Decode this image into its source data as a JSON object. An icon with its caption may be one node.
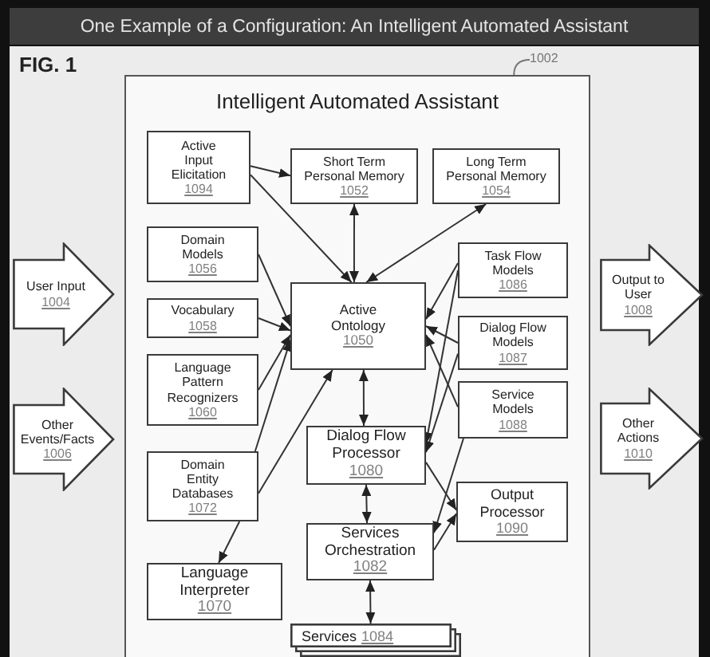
{
  "diagram": {
    "title": "One Example of a Configuration: An Intelligent Automated Assistant",
    "nodes": [
      {
        "text": [
          "Intelligent Automated Assistant"
        ]
      },
      {
        "text": [
          "Active Input Elicitation",
          "1094"
        ],
        "in": 0
      },
      {
        "text": [
          "Short Term Personal Memory",
          "1052"
        ],
        "in": 0
      },
      {
        "text": [
          "Long Term Personal Memory",
          "1054"
        ],
        "in": 0
      },
      {
        "text": [
          "Domain Models",
          "1056"
        ],
        "in": 0
      },
      {
        "text": [
          "Vocabulary",
          "1058"
        ],
        "in": 0
      },
      {
        "text": [
          "Language Pattern Recognizers",
          "1060"
        ],
        "in": 0
      },
      {
        "text": [
          "Active Ontology",
          "1050"
        ],
        "in": 0
      },
      {
        "text": [
          "Task Flow Models",
          "1086"
        ],
        "in": 0
      },
      {
        "text": [
          "Dialog Flow Models",
          "1087"
        ],
        "in": 0
      },
      {
        "text": [
          "Service Models",
          "1088"
        ],
        "in": 0
      },
      {
        "text": [
          "Dialog Flow Processor",
          "1080"
        ],
        "in": 0
      },
      {
        "text": [
          "Domain Entity Databases",
          "1072"
        ],
        "in": 0
      },
      {
        "text": [
          "Output Processor",
          "1090"
        ],
        "in": 0
      },
      {
        "text": [
          "Services Orchestration",
          "1082"
        ],
        "in": 0
      },
      {
        "text": [
          "Language Interpreter",
          "1070"
        ],
        "in": 0
      },
      {
        "text": [
          "Services",
          "1084"
        ],
        "in": 0
      },
      {
        "text": [
          "User Input",
          "1004"
        ]
      },
      {
        "text": [
          "Other Events/Facts",
          "1006"
        ]
      },
      {
        "text": [
          "Output to User",
          "1008"
        ]
      },
      {
        "text": [
          "Other Actions",
          "1010"
        ]
      },
      {
        "text": [
          "1002"
        ]
      }
    ],
    "edges": [
      {
        "from": 1,
        "to": 2,
        "arrow": "to"
      },
      {
        "from": 1,
        "to": 7,
        "arrow": "to"
      },
      {
        "from": 2,
        "to": 7,
        "arrow": "both"
      },
      {
        "from": 3,
        "to": 7,
        "arrow": "both"
      },
      {
        "from": 4,
        "to": 7,
        "arrow": "to"
      },
      {
        "from": 5,
        "to": 7,
        "arrow": "to"
      },
      {
        "from": 6,
        "to": 7,
        "arrow": "to"
      },
      {
        "from": 12,
        "to": 7,
        "arrow": "to"
      },
      {
        "from": 12,
        "to": 7,
        "arrow": "to"
      },
      {
        "from": 12,
        "to": 15,
        "arrow": "to"
      },
      {
        "from": 8,
        "to": 7,
        "arrow": "to"
      },
      {
        "from": 9,
        "to": 7,
        "arrow": "to"
      },
      {
        "from": 10,
        "to": 7,
        "arrow": "to"
      },
      {
        "from": 8,
        "to": 11,
        "arrow": "to"
      },
      {
        "from": 9,
        "to": 11,
        "arrow": "to"
      },
      {
        "from": 11,
        "to": 13,
        "arrow": "to"
      },
      {
        "from": 14,
        "to": 13,
        "arrow": "to"
      },
      {
        "from": 10,
        "to": 14,
        "arrow": "to"
      },
      {
        "from": 7,
        "to": 11,
        "arrow": "both"
      },
      {
        "from": 11,
        "to": 14,
        "arrow": "both"
      },
      {
        "from": 14,
        "to": 16,
        "arrow": "both"
      },
      {
        "from": 21,
        "to": 0,
        "arrow": "none"
      }
    ],
    "labels": [
      "FIG. 1"
    ]
  }
}
